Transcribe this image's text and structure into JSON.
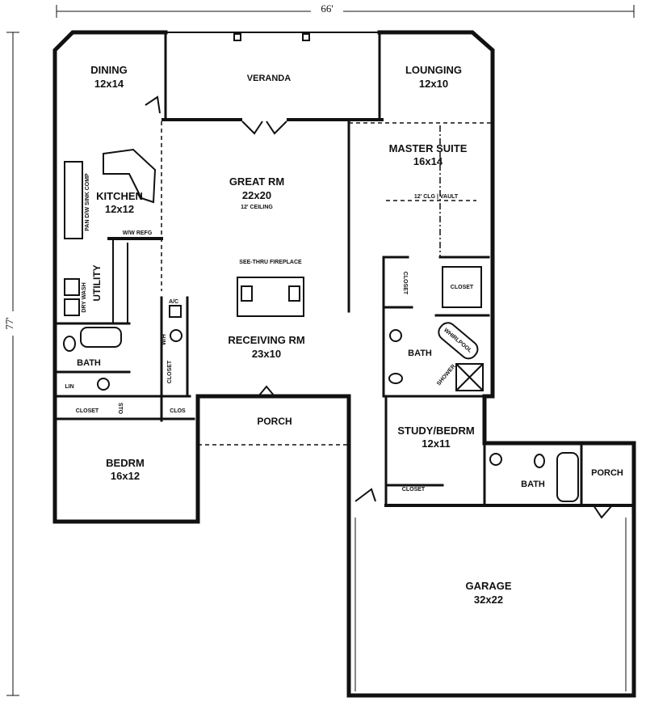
{
  "dimensions": {
    "width": "66'",
    "depth": "77'"
  },
  "rooms": [
    {
      "name": "DINING",
      "size": "12x14"
    },
    {
      "name": "VERANDA",
      "size": ""
    },
    {
      "name": "LOUNGING",
      "size": "12x10"
    },
    {
      "name": "KITCHEN",
      "size": "12x12"
    },
    {
      "name": "GREAT RM",
      "size": "22x20",
      "note": "12' CEILING"
    },
    {
      "name": "MASTER SUITE",
      "size": "16x14",
      "note": "12' CLG | VAULT"
    },
    {
      "name": "RECEIVING RM",
      "size": "23x10"
    },
    {
      "name": "BEDRM",
      "size": "16x12"
    },
    {
      "name": "PORCH",
      "size": ""
    },
    {
      "name": "STUDY/BEDRM",
      "size": "12x11"
    },
    {
      "name": "GARAGE",
      "size": "32x22"
    }
  ],
  "small_labels": {
    "fireplace": "SEE-THRU FIREPLACE",
    "utility": "UTILITY",
    "ww_refg": "W/W REFG",
    "pan_dw_sink_comp": "PAN D/W SINK COMP",
    "dry_wash": "DRY WASH",
    "bath_left": "BATH",
    "bath_master": "BATH",
    "bath_study": "BATH",
    "porch_right": "PORCH",
    "lin": "LIN",
    "closet_bedrm": "CLOSET",
    "sto": "STO",
    "clos": "CLOS",
    "closet_hall": "CLOSET",
    "wh": "W/H",
    "ac": "A/C",
    "closet_master1": "CLOSET",
    "closet_master2": "CLOSET",
    "whirlpool": "WHIRLPOOL",
    "shower": "SHOWER",
    "closet_study": "CLOSET"
  }
}
